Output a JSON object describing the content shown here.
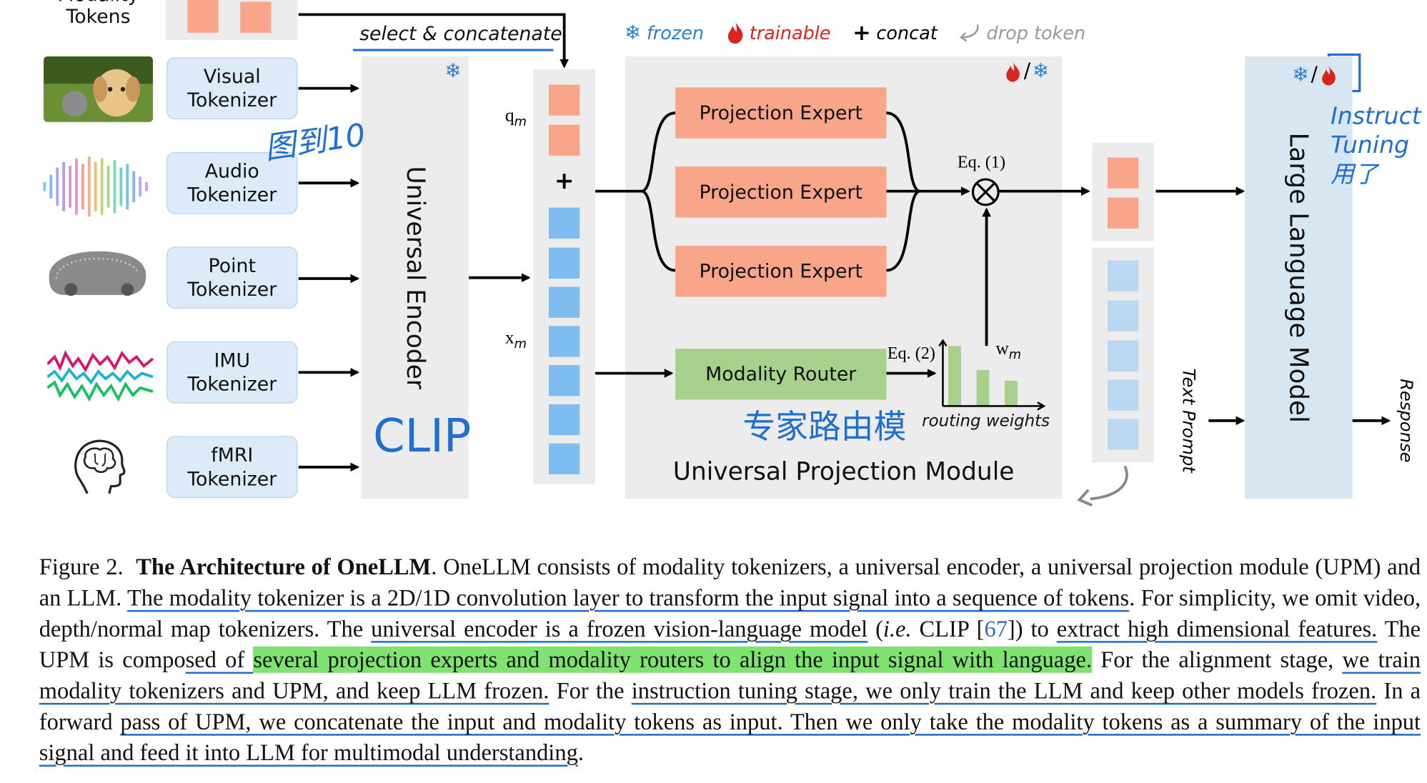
{
  "figure": {
    "modality_tokens_label": "Modality\nTokens",
    "select_concat_label": "select & concatenate",
    "legend": {
      "frozen": "frozen",
      "trainable": "trainable",
      "concat": "concat",
      "drop_token": "drop token"
    },
    "tokenizers": [
      {
        "label": "Visual\nTokenizer"
      },
      {
        "label": "Audio\nTokenizer"
      },
      {
        "label": "Point\nTokenizer"
      },
      {
        "label": "IMU\nTokenizer"
      },
      {
        "label": "fMRI\nTokenizer"
      }
    ],
    "universal_encoder": "Universal Encoder",
    "q_label": "q",
    "q_sub": "m",
    "x_label": "x",
    "x_sub": "m",
    "plus": "+",
    "projection_experts": [
      "Projection Expert",
      "Projection Expert",
      "Projection Expert"
    ],
    "eq1": "Eq. (1)",
    "eq2": "Eq. (2)",
    "modality_router": "Modality Router",
    "w_label": "w",
    "w_sub": "m",
    "routing_weights": "routing weights",
    "routing_chart": {
      "type": "bar",
      "values": [
        1.0,
        0.6,
        0.42
      ]
    },
    "upm_title": "Universal Projection Module",
    "llm": "Large Language Model",
    "text_prompt": "Text Prompt",
    "response": "Response",
    "colors": {
      "expert": "#f9a58a",
      "router": "#a8d08d",
      "token_blue": "#7fbcf0",
      "panel": "#ececec",
      "trainable": "#d9261c",
      "frozen": "#2f7fd1"
    }
  },
  "annotations": {
    "visual_note": "图到10",
    "clip_note": "CLIP",
    "router_note": "专家路由模",
    "instruct_note": "Instruct\nTuning\n用了"
  },
  "caption": {
    "fig_label": "Figure 2.",
    "title": "The Architecture of OneLLM",
    "t1": ". OneLLM consists of modality tokenizers, a universal encoder, a universal projection module (UPM) and an LLM. ",
    "t2": "The modality tokenizer is a 2D/1D convolution layer to transform the input signal into a sequence of tokens",
    "t3": ". For simplicity, we omit video, depth/normal map tokenizers. The ",
    "t4": "universal encoder is a frozen vision-language model",
    "t5": " (",
    "t6": "i.e.",
    "t7": " CLIP [",
    "cite": "67",
    "t8": "]) to ",
    "t9": "extract high dimensional features.",
    "t10": " The UPM is compo",
    "t11": "sed of ",
    "t12": "several projection experts and modality routers to align the input signal with language.",
    "t13": " For the alignment stage, ",
    "t14": "we train modality tokenizers and UPM, and keep LLM frozen.",
    "t15": " For the ",
    "t16": "instruction tuning stage, we only train the LLM and keep other models frozen.",
    "t17": " In a forward ",
    "t18": "pass of UPM, we concatenate the input and modality tokens as input. Then we only take the modality tokens as a summary of the input signal and feed it into LLM for multimodal understanding",
    "t19": "."
  }
}
